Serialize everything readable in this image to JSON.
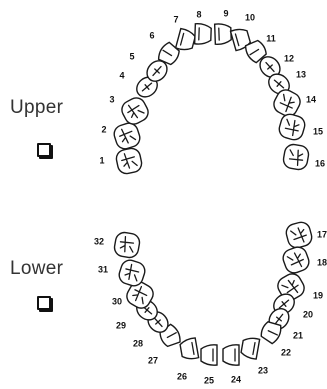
{
  "upper": {
    "label": "Upper"
  },
  "lower": {
    "label": "Lower"
  },
  "teeth": [
    {
      "n": "1",
      "type": "molar"
    },
    {
      "n": "2",
      "type": "molar"
    },
    {
      "n": "3",
      "type": "molar"
    },
    {
      "n": "4",
      "type": "premolar"
    },
    {
      "n": "5",
      "type": "premolar"
    },
    {
      "n": "6",
      "type": "canine"
    },
    {
      "n": "7",
      "type": "incisor"
    },
    {
      "n": "8",
      "type": "incisor"
    },
    {
      "n": "9",
      "type": "incisor"
    },
    {
      "n": "10",
      "type": "incisor"
    },
    {
      "n": "11",
      "type": "canine"
    },
    {
      "n": "12",
      "type": "premolar"
    },
    {
      "n": "13",
      "type": "premolar"
    },
    {
      "n": "14",
      "type": "molar"
    },
    {
      "n": "15",
      "type": "molar"
    },
    {
      "n": "16",
      "type": "molar"
    },
    {
      "n": "17",
      "type": "molar"
    },
    {
      "n": "18",
      "type": "molar"
    },
    {
      "n": "19",
      "type": "molar"
    },
    {
      "n": "20",
      "type": "premolar"
    },
    {
      "n": "21",
      "type": "premolar"
    },
    {
      "n": "22",
      "type": "canine"
    },
    {
      "n": "23",
      "type": "incisor"
    },
    {
      "n": "24",
      "type": "incisor"
    },
    {
      "n": "25",
      "type": "incisor"
    },
    {
      "n": "26",
      "type": "incisor"
    },
    {
      "n": "27",
      "type": "canine"
    },
    {
      "n": "28",
      "type": "premolar"
    },
    {
      "n": "29",
      "type": "premolar"
    },
    {
      "n": "30",
      "type": "molar"
    },
    {
      "n": "31",
      "type": "molar"
    },
    {
      "n": "32",
      "type": "molar"
    }
  ]
}
